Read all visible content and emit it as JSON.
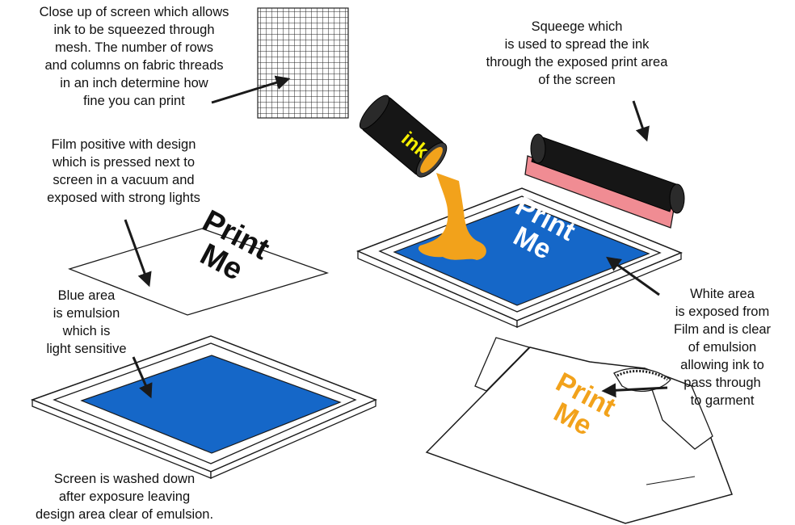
{
  "captions": {
    "mesh": [
      "Close up of screen which allows",
      "ink to be squeezed through",
      "mesh. The number of rows",
      "and columns on fabric threads",
      "in an inch determine how",
      "fine you can print"
    ],
    "squeegee": [
      "Squeege which",
      "is used to spread the ink",
      "through the exposed print area",
      "of the screen"
    ],
    "film": [
      "Film positive with design",
      "which is pressed next to",
      "screen in a vacuum and",
      "exposed with strong lights"
    ],
    "emulsion": [
      "Blue area",
      "is emulsion",
      "which is",
      "light sensitive"
    ],
    "white_area": [
      "White area",
      "is exposed from",
      "Film and is clear",
      "of emulsion",
      "allowing ink to",
      "pass through",
      "to garment"
    ],
    "washed": [
      "Screen is washed down",
      "after exposure leaving",
      "design area clear of emulsion."
    ]
  },
  "labels": {
    "ink_can": "ink",
    "design_line1": "Print",
    "design_line2": "Me"
  },
  "colors": {
    "emulsion_blue": "#1567c8",
    "ink_orange": "#f2a21b",
    "ink_can_black": "#161616",
    "ink_label_yellow": "#f6f000",
    "squeegee_blade": "#f08c93",
    "outline": "#1a1a1a"
  }
}
